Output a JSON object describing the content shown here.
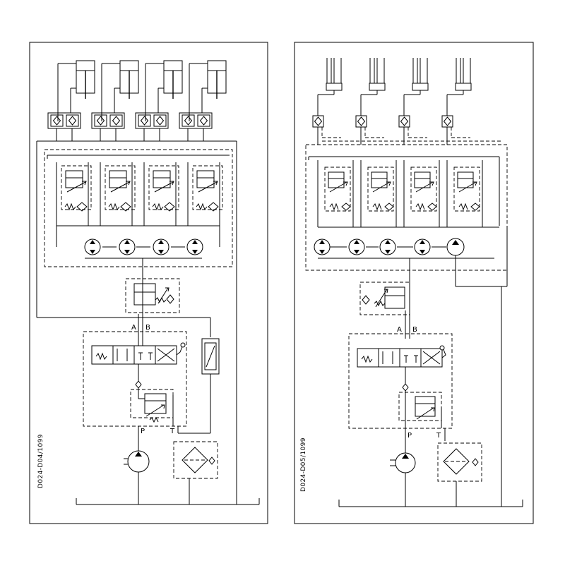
{
  "diagrams": [
    {
      "drawing_number": "D024-D04/1099",
      "port_labels": {
        "a": "A",
        "b": "B",
        "p": "P",
        "t": "T"
      },
      "cylinder_count": 4,
      "circuit_type": "dual check valves per cylinder, no bypass motor"
    },
    {
      "drawing_number": "D024-D05/1099",
      "port_labels": {
        "a": "A",
        "b": "B",
        "p": "P",
        "t": "T"
      },
      "cylinder_count": 4,
      "circuit_type": "single check valve per cylinder, with bypass motor"
    }
  ]
}
